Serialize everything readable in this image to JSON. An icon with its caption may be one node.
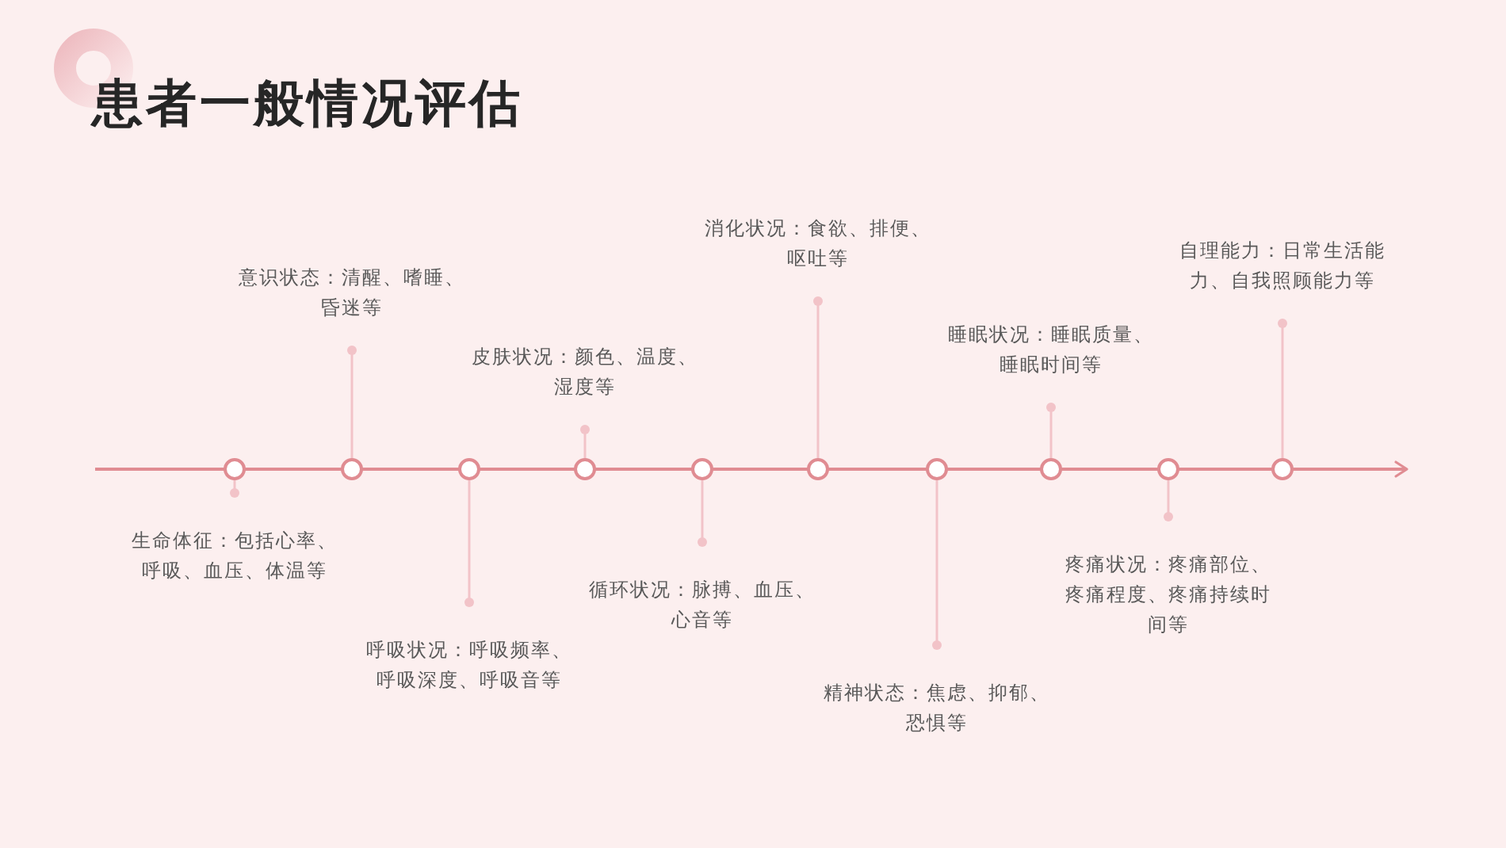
{
  "diagram": {
    "title": "患者一般情况评估",
    "nodes": [
      {
        "text": [
          "生命体征：包括心率、呼吸、血压、体温等"
        ]
      },
      {
        "text": [
          "意识状态：清醒、嗜睡、昏迷等"
        ]
      },
      {
        "text": [
          "呼吸状况：呼吸频率、呼吸深度、呼吸音等"
        ]
      },
      {
        "text": [
          "皮肤状况：颜色、温度、湿度等"
        ]
      },
      {
        "text": [
          "循环状况：脉搏、血压、心音等"
        ]
      },
      {
        "text": [
          "消化状况：食欲、排便、呕吐等"
        ]
      },
      {
        "text": [
          "精神状态：焦虑、抑郁、恐惧等"
        ]
      },
      {
        "text": [
          "睡眠状况：睡眠质量、睡眠时间等"
        ]
      },
      {
        "text": [
          "疼痛状况：疼痛部位、疼痛程度、疼痛持续时间等"
        ]
      },
      {
        "text": [
          "自理能力：日常生活能力、自我照顾能力等"
        ]
      },
      {
        "text": [],
        "shape": "circle"
      },
      {
        "text": [],
        "shape": "circle"
      },
      {
        "text": [],
        "shape": "circle"
      },
      {
        "text": [],
        "shape": "circle"
      },
      {
        "text": [],
        "shape": "circle"
      },
      {
        "text": [],
        "shape": "circle"
      },
      {
        "text": [],
        "shape": "circle"
      },
      {
        "text": [],
        "shape": "circle"
      },
      {
        "text": [],
        "shape": "circle"
      },
      {
        "text": [],
        "shape": "circle"
      }
    ],
    "edges": [
      {
        "from": 0,
        "to": 10,
        "arrow": "other"
      },
      {
        "from": 1,
        "to": 11,
        "arrow": "other"
      },
      {
        "from": 2,
        "to": 12,
        "arrow": "other"
      },
      {
        "from": 3,
        "to": 13,
        "arrow": "other"
      },
      {
        "from": 4,
        "to": 14,
        "arrow": "other"
      },
      {
        "from": 5,
        "to": 15,
        "arrow": "other"
      },
      {
        "from": 6,
        "to": 16,
        "arrow": "other"
      },
      {
        "from": 7,
        "to": 17,
        "arrow": "other"
      },
      {
        "from": 8,
        "to": 18,
        "arrow": "other"
      },
      {
        "from": 9,
        "to": 19,
        "arrow": "other"
      }
    ]
  }
}
